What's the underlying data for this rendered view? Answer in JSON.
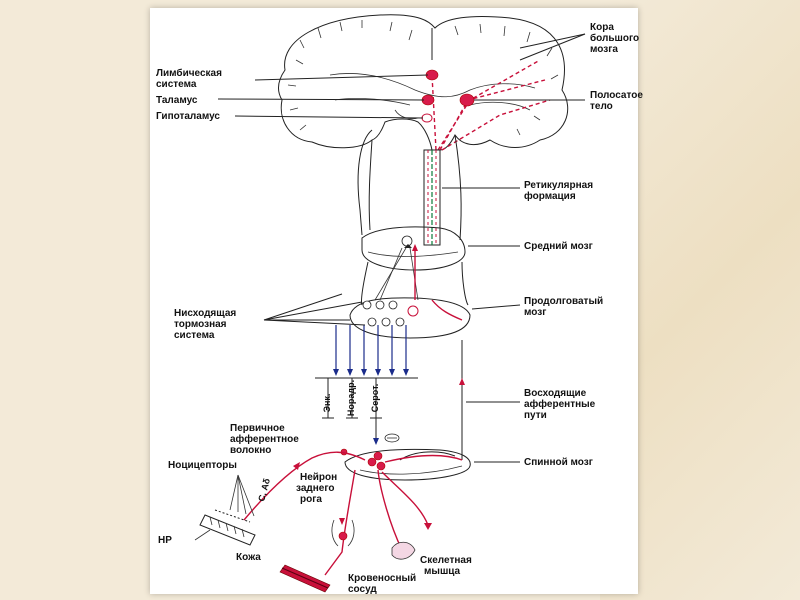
{
  "labels": {
    "cortex": [
      "Кора",
      "большого",
      "мозга"
    ],
    "limbic": [
      "Лимбическая",
      "система"
    ],
    "thalamus": "Таламус",
    "hypothalamus": "Гипоталамус",
    "striatum": [
      "Полосатое",
      "тело"
    ],
    "reticular": [
      "Ретикулярная",
      "формация"
    ],
    "midbrain": "Средний мозг",
    "medulla": [
      "Продолговатый",
      "мозг"
    ],
    "descending": [
      "Нисходящая",
      "тормозная",
      "система"
    ],
    "ascending": [
      "Восходящие",
      "афферентные",
      "пути"
    ],
    "primary_afferent": [
      "Первичное",
      "афферентное",
      "волокно"
    ],
    "nociceptors": "Ноцицепторы",
    "dorsal_horn_neuron": [
      "Нейрон",
      "заднего",
      "рога"
    ],
    "spinal_cord": "Спинной мозг",
    "skin": "Кожа",
    "hp": "НР",
    "fiber_types": "С, Аδ",
    "skeletal_muscle": [
      "Скелетная",
      "мышца"
    ],
    "blood_vessel": [
      "Кровеносный",
      "сосуд"
    ],
    "enk": "Энк.",
    "noradr": "Норадр.",
    "serot": "Серот."
  },
  "colors": {
    "pathway_red": "#c8103a",
    "descending_blue": "#1a2b8a",
    "background": "#f3ead8"
  }
}
